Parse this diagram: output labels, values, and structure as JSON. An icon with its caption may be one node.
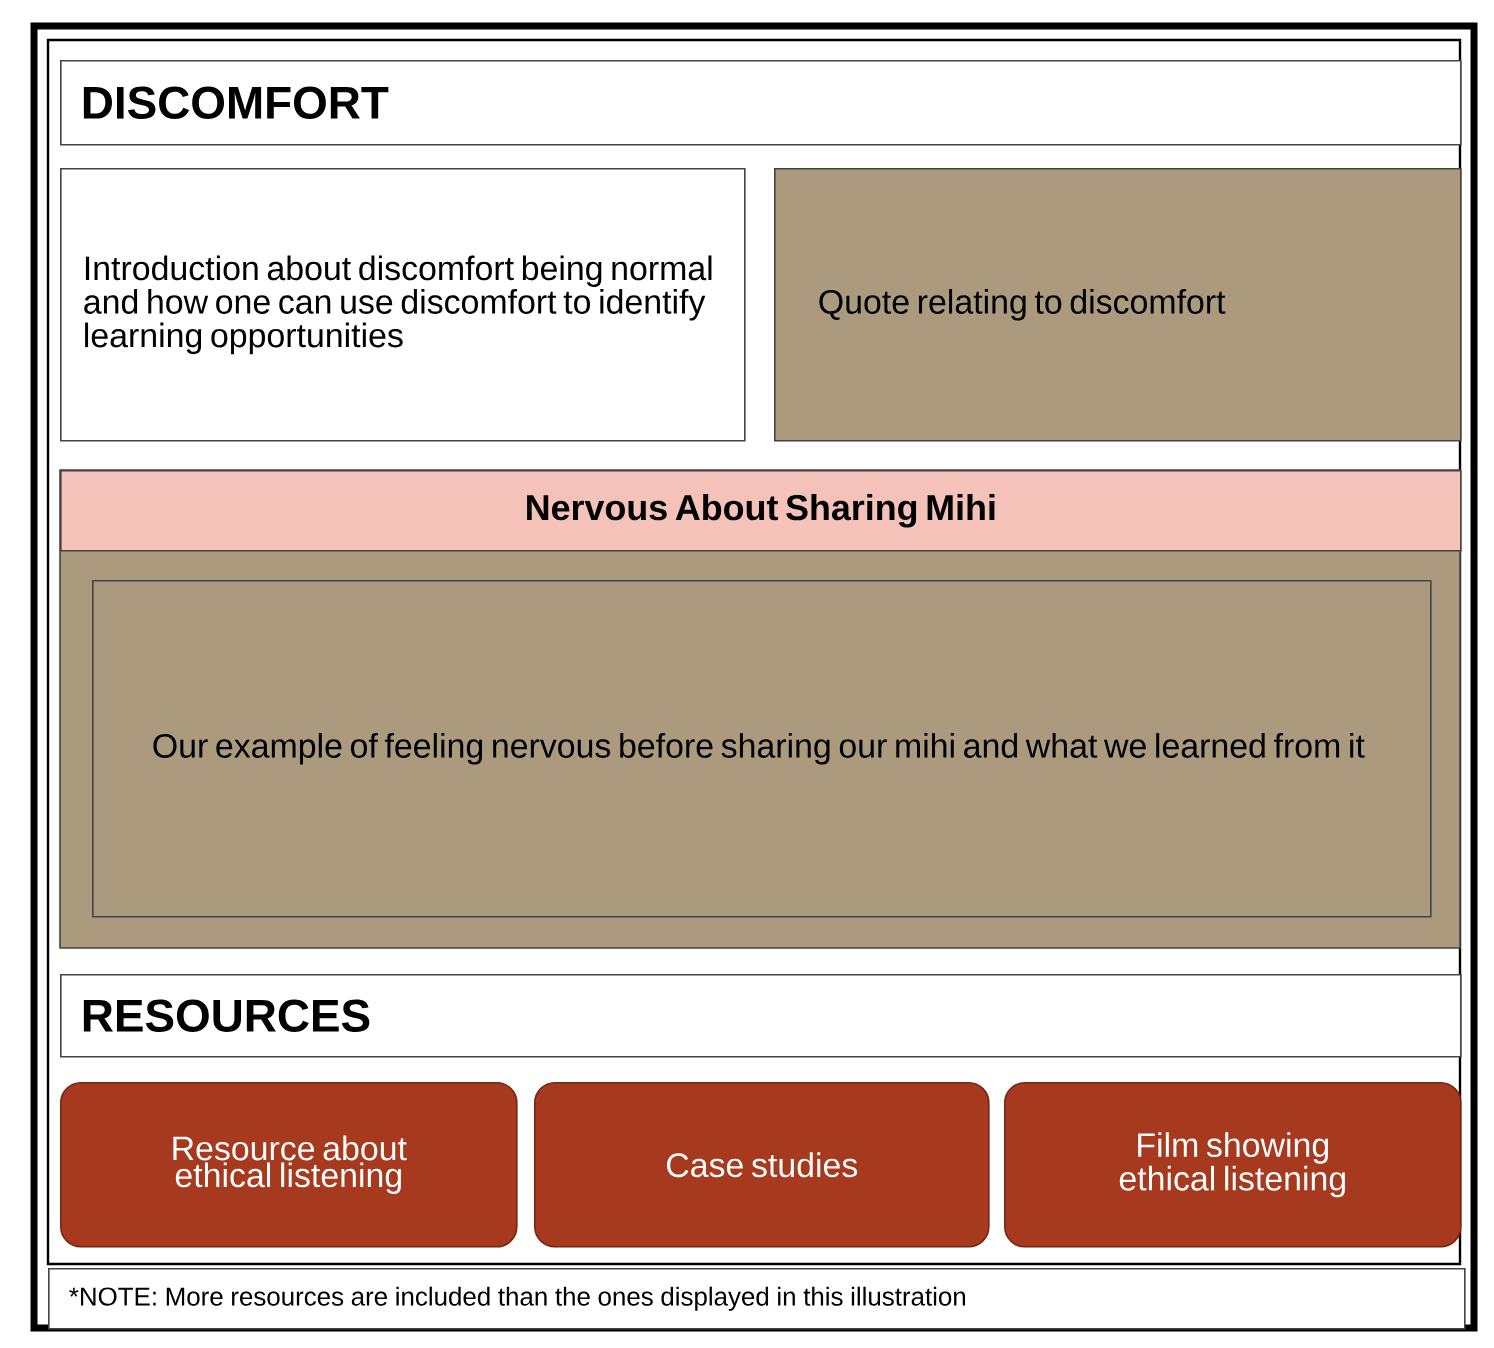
{
  "diagram": {
    "nodes": [
      {
        "text": [
          "DISCOMFORT"
        ]
      },
      {
        "text": [
          "Introduction about discomfort being normal and how one can use discomfort to identify learning opportunities"
        ]
      },
      {
        "text": [
          "Quote relating to discomfort"
        ]
      },
      {
        "text": [
          "Nervous About Sharing Mihi"
        ]
      },
      {
        "text": [
          "Our example of feeling nervous before sharing our mihi and what we learned from it"
        ],
        "in": 3
      },
      {
        "text": [
          "RESOURCES"
        ]
      },
      {
        "text": [
          "Resource about ethical listening"
        ]
      },
      {
        "text": [
          "Case studies"
        ]
      },
      {
        "text": [
          "Film showing ethical listening"
        ]
      },
      {
        "text": [
          "*NOTE: More resources are included than the ones displayed in this illustration"
        ]
      }
    ]
  }
}
